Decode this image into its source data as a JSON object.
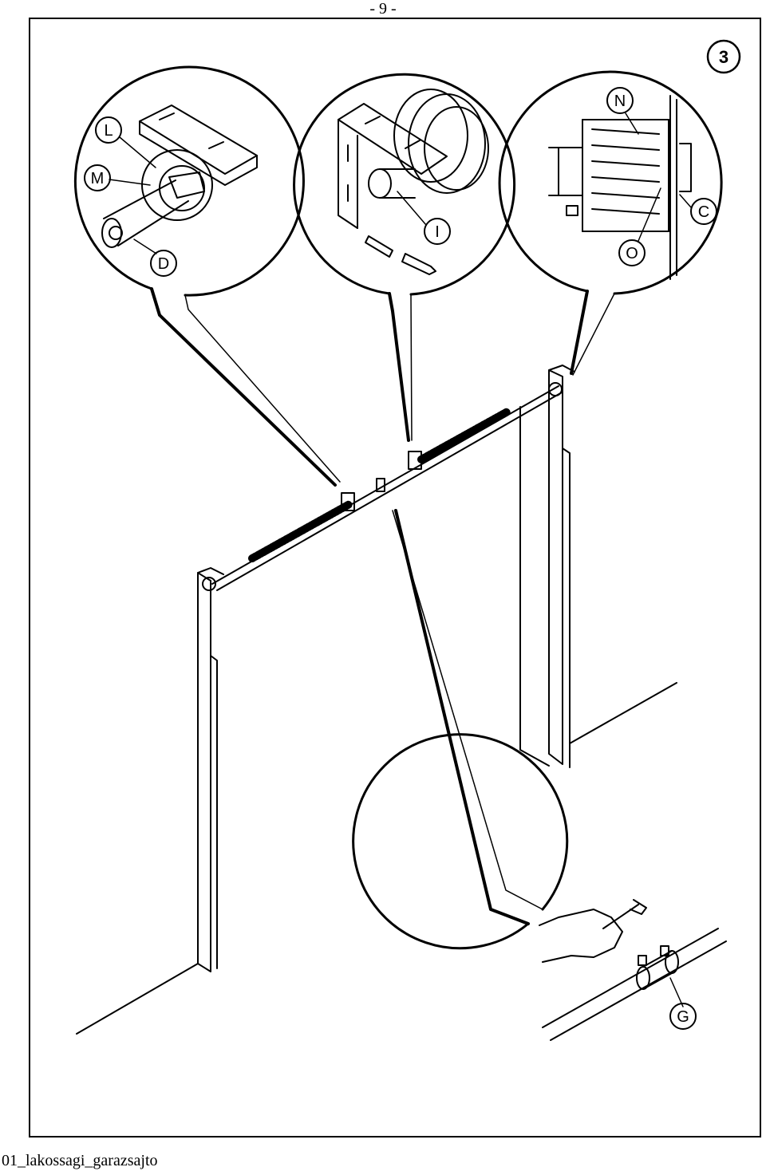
{
  "header": {
    "page_number": "- 9 -"
  },
  "figure": {
    "step": "3",
    "callouts": [
      "L",
      "M",
      "D",
      "I",
      "N",
      "C",
      "O",
      "G"
    ]
  },
  "footer": {
    "document_name": "01_lakossagi_garazsajto"
  }
}
